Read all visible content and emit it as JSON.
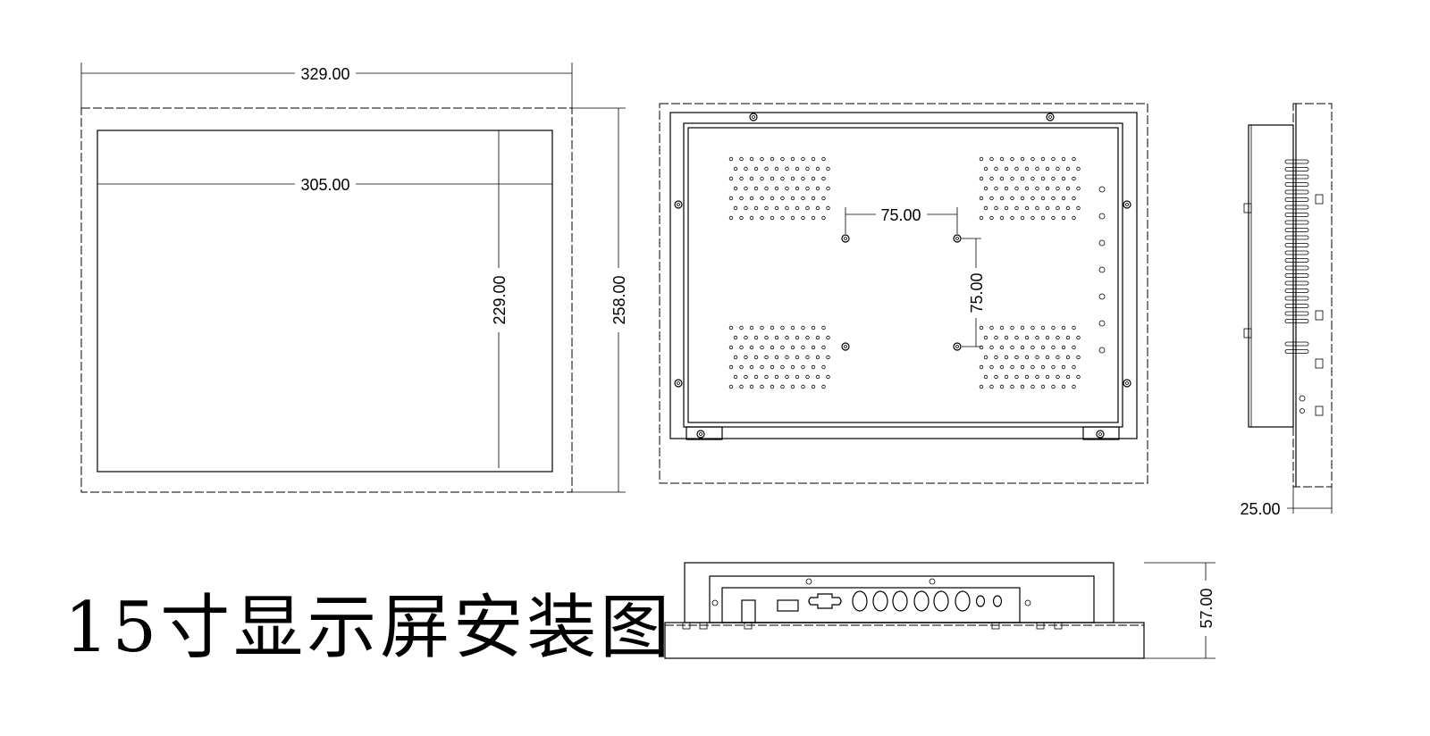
{
  "title": "15寸显示屏安装图",
  "dimensions": {
    "front_width": "329.00",
    "screen_width": "305.00",
    "screen_height": "229.00",
    "front_height": "258.00",
    "vesa_horizontal": "75.00",
    "vesa_vertical": "75.00",
    "depth_side": "25.00",
    "depth_bottom": "57.00"
  }
}
